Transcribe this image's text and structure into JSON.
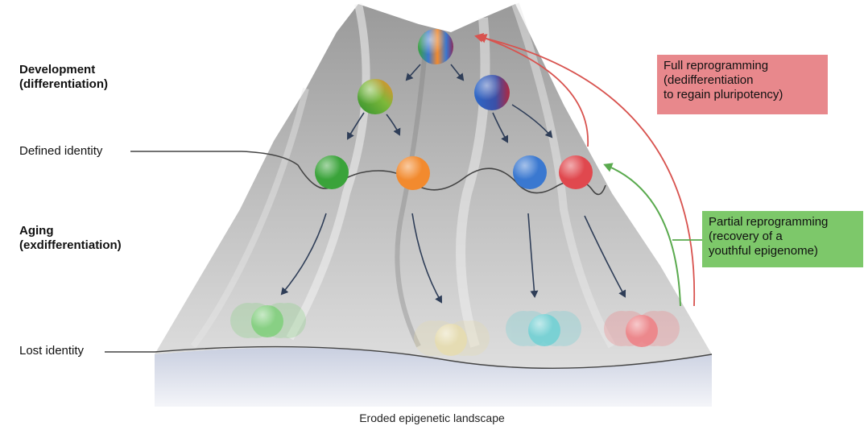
{
  "labels": {
    "development_line1": "Development",
    "development_line2": "(differentiation)",
    "defined_identity": "Defined identity",
    "aging_line1": "Aging",
    "aging_line2": "(exdifferentiation)",
    "lost_identity": "Lost identity"
  },
  "full_reprogramming": {
    "lines": [
      "Full reprogramming",
      "(dedifferentiation",
      "to regain pluripotency)"
    ],
    "color": "#e8888c",
    "arrow_color": "#d8534f"
  },
  "partial_reprogramming": {
    "lines": [
      "Partial reprogramming",
      "(recovery of a",
      "youthful epigenome)"
    ],
    "color": "#7dc86a",
    "arrow_color": "#5aaa4e"
  },
  "caption": "Eroded epigenetic landscape",
  "cell_colors": {
    "green": "#3aa33a",
    "orange": "#f28a2e",
    "blue": "#3a78d0",
    "red": "#e0484e",
    "faded_green": "#7fcf7a",
    "faded_cream": "#e6dcae",
    "faded_teal": "#6fd0d4",
    "faded_red": "#ee7f84"
  }
}
